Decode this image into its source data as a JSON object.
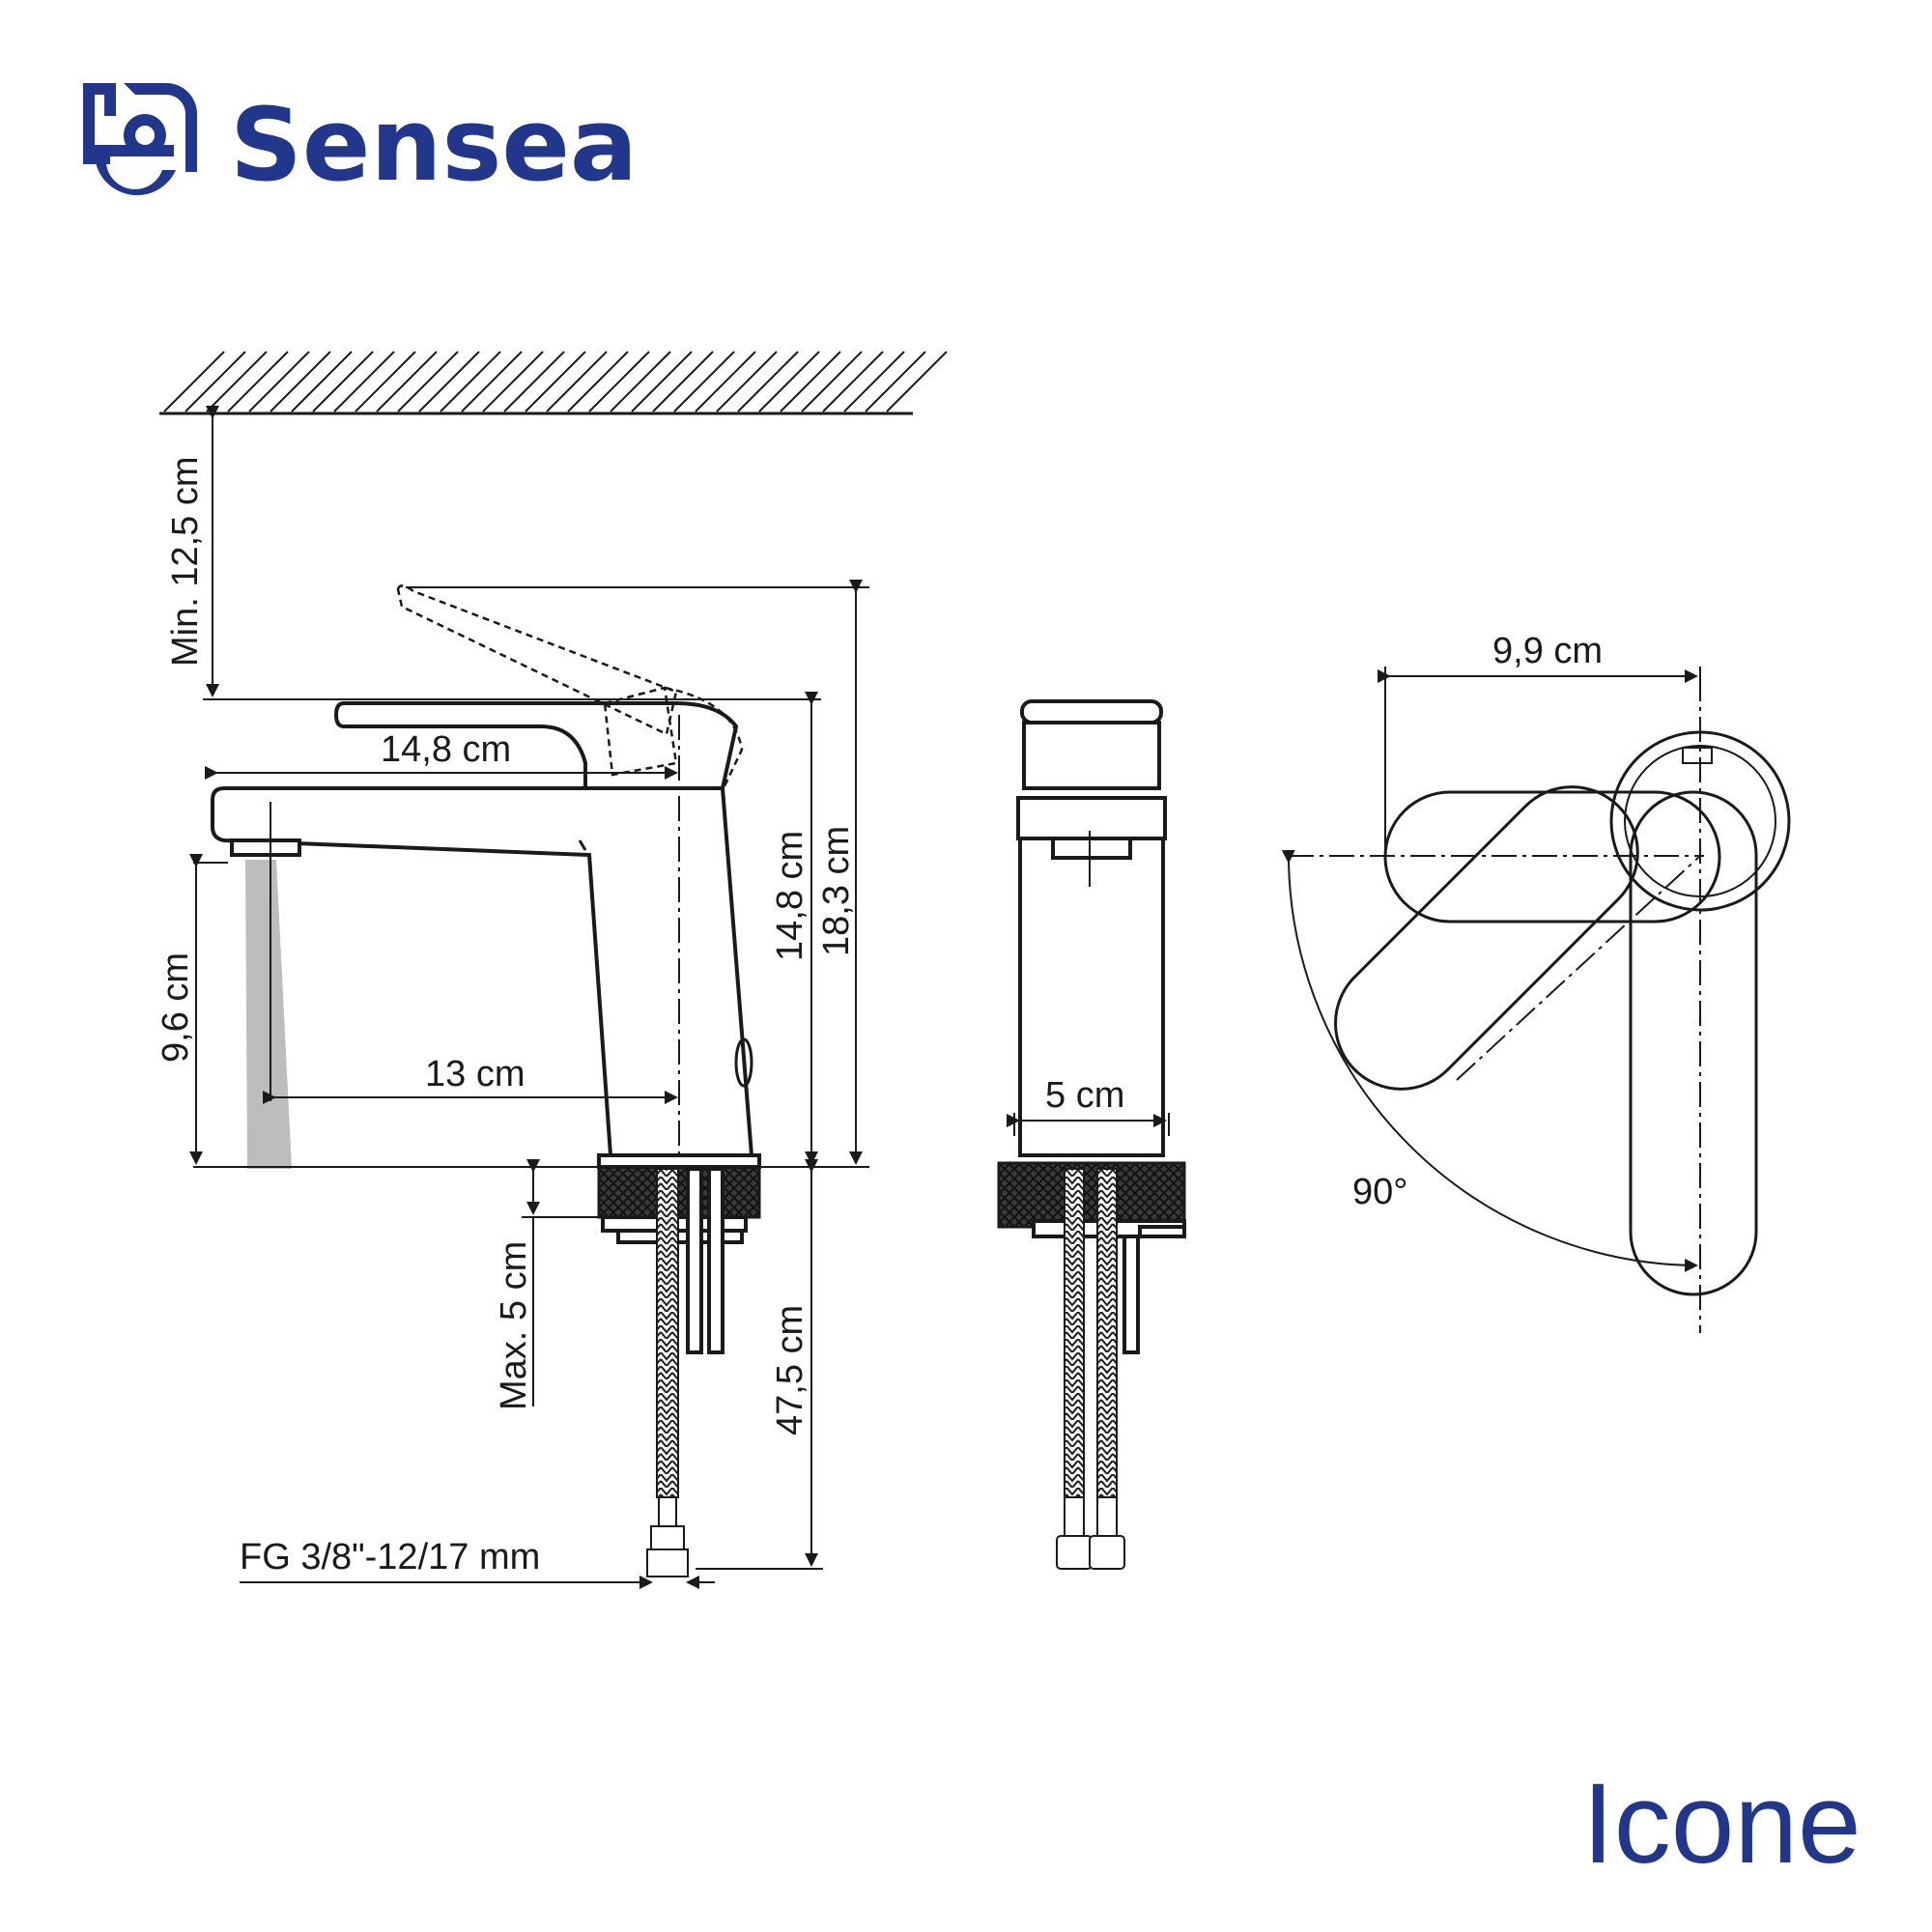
{
  "brand": {
    "name": "Sensea",
    "color": "#22368c",
    "logo_icon": "sensea-logo-icon"
  },
  "model": {
    "name": "Icone",
    "color": "#22368c"
  },
  "dimensions": {
    "ceiling_clearance": "Min. 12,5 cm",
    "spout_length": "14,8 cm",
    "spout_height": "9,6 cm",
    "spout_reach": "13 cm",
    "body_height": "14,8 cm",
    "total_height": "18,3 cm",
    "max_deck_thickness": "Max. 5 cm",
    "hose_length": "47,5 cm",
    "connection": "FG 3/8\"-12/17 mm",
    "body_width": "5 cm",
    "handle_length": "9,9 cm",
    "rotation_angle": "90°"
  }
}
